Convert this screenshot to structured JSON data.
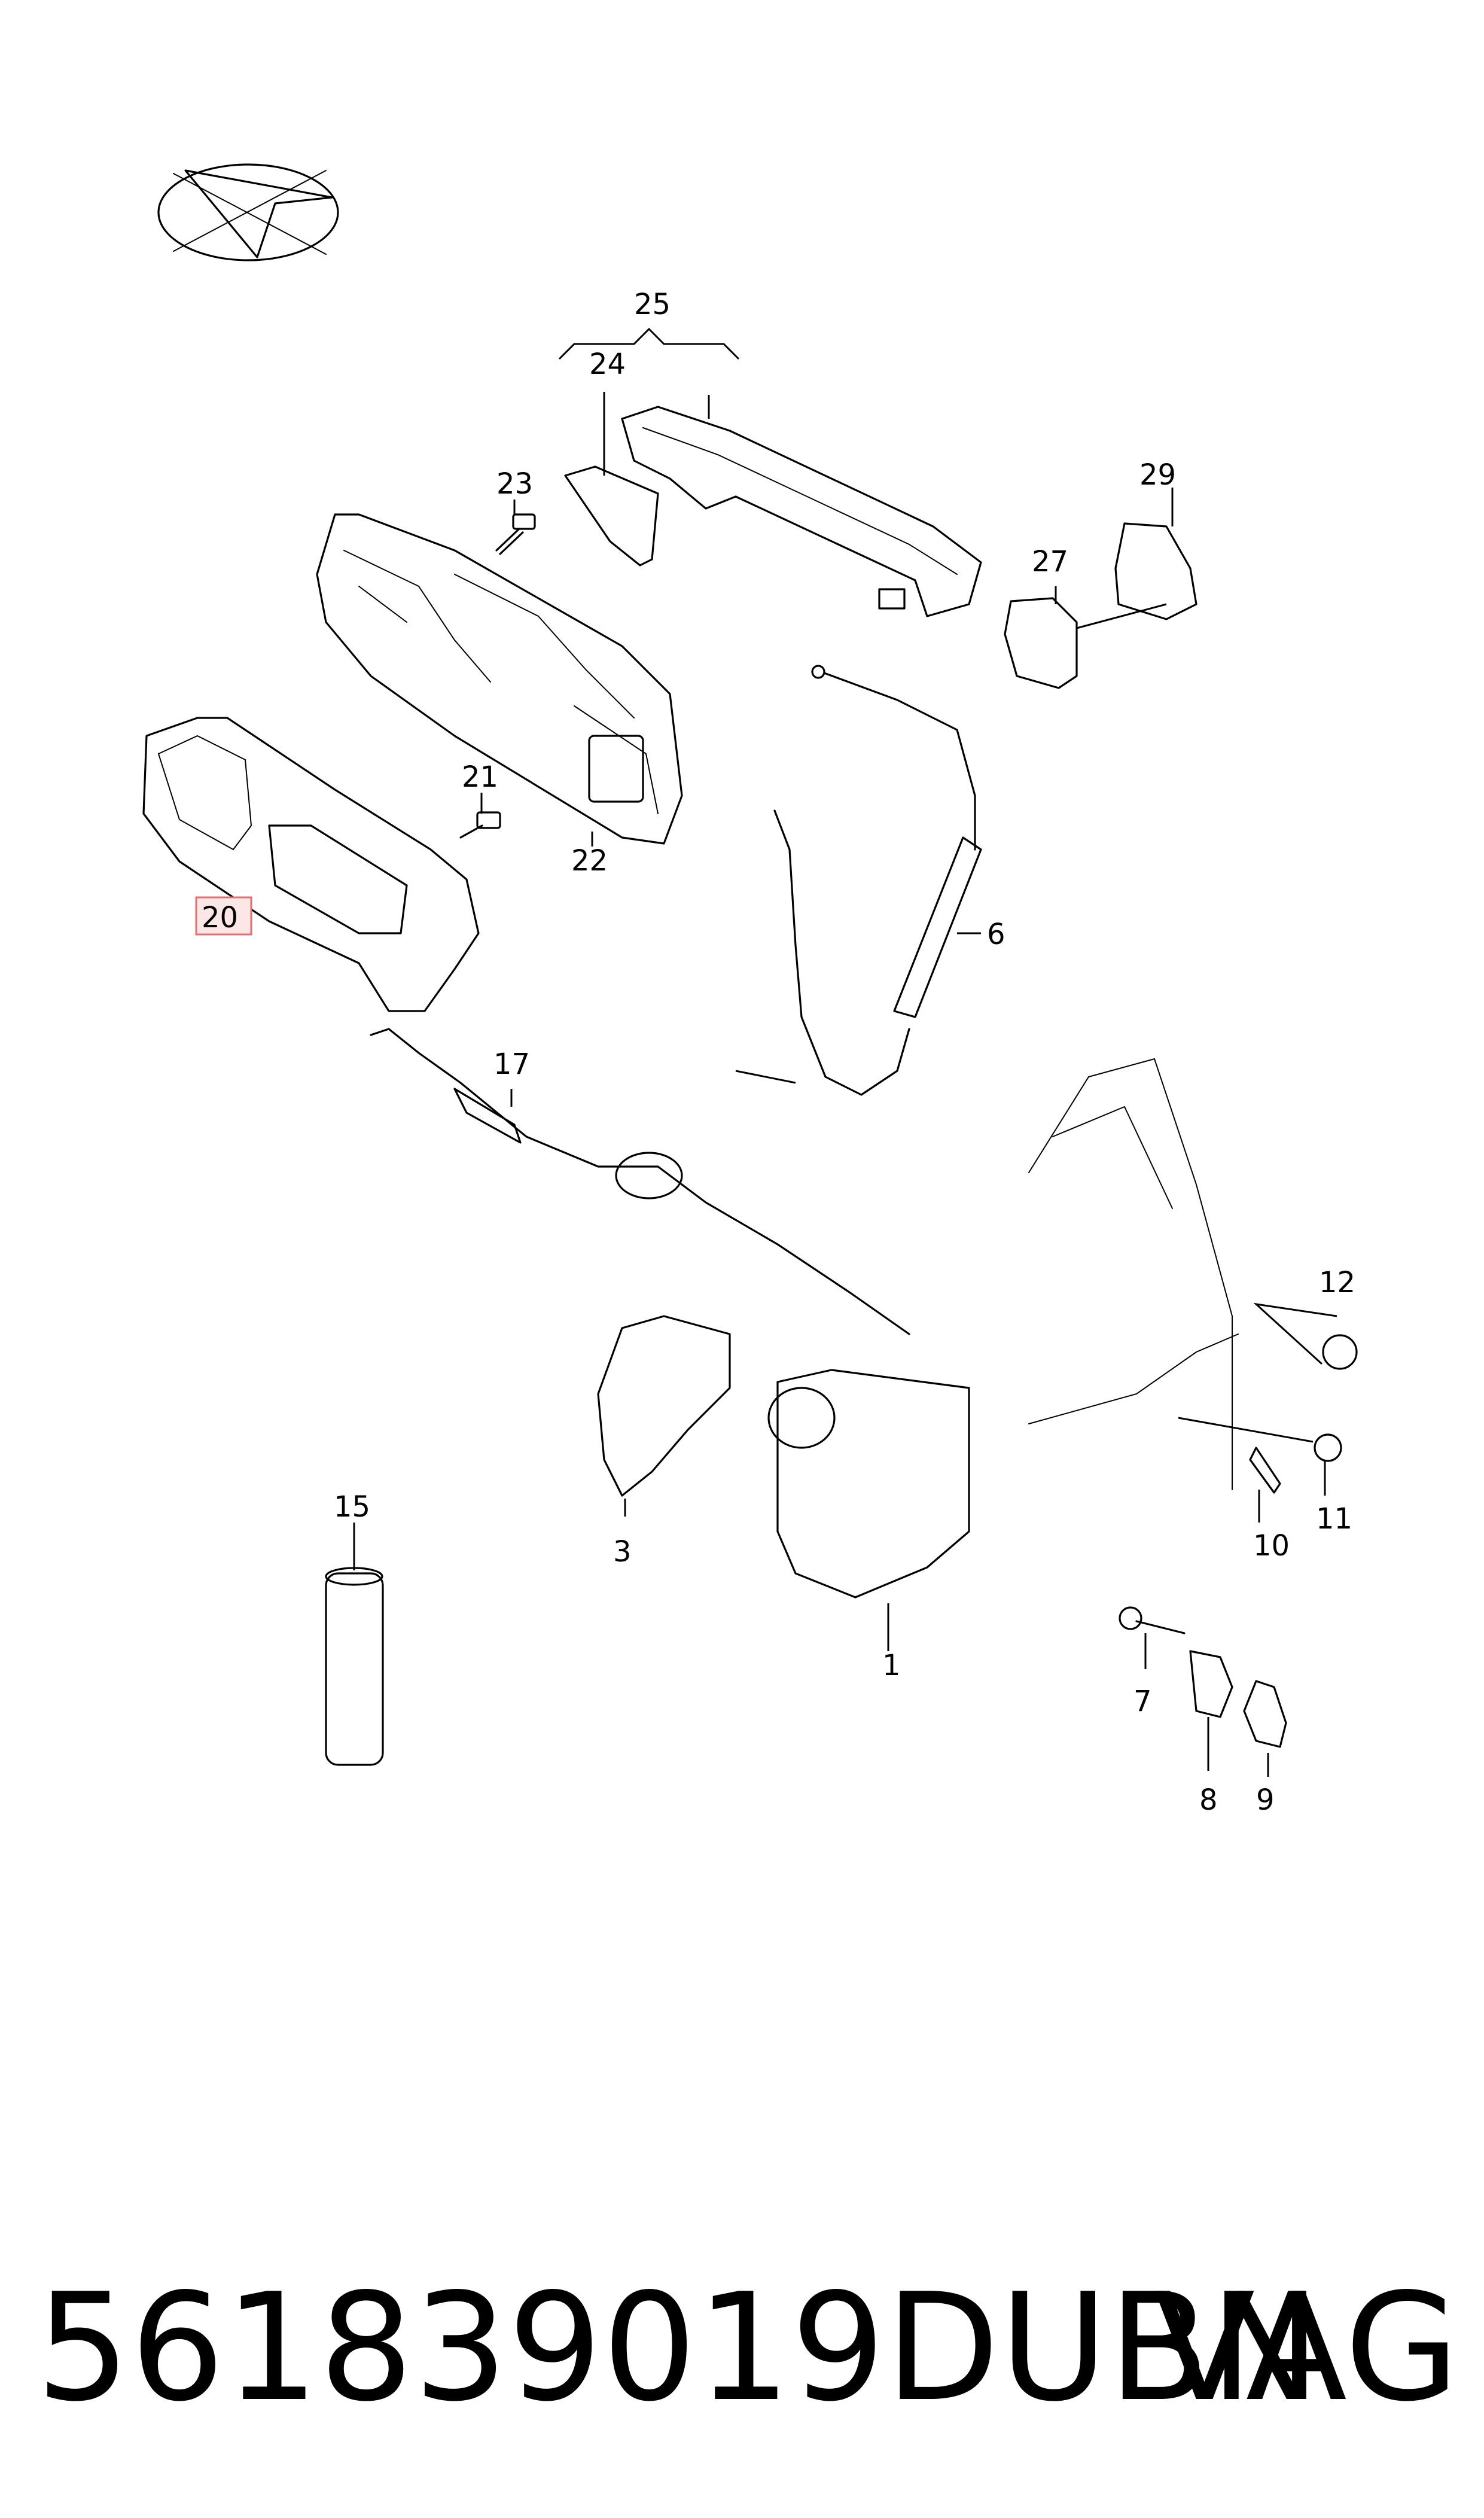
{
  "diagram": {
    "callouts": [
      {
        "id": "c1",
        "label": "1"
      },
      {
        "id": "c3",
        "label": "3"
      },
      {
        "id": "c6",
        "label": "6"
      },
      {
        "id": "c7",
        "label": "7"
      },
      {
        "id": "c8",
        "label": "8"
      },
      {
        "id": "c9",
        "label": "9"
      },
      {
        "id": "c10",
        "label": "10"
      },
      {
        "id": "c11",
        "label": "11"
      },
      {
        "id": "c12",
        "label": "12"
      },
      {
        "id": "c15",
        "label": "15"
      },
      {
        "id": "c17",
        "label": "17"
      },
      {
        "id": "c20",
        "label": "20",
        "highlighted": true
      },
      {
        "id": "c21",
        "label": "21"
      },
      {
        "id": "c22",
        "label": "22"
      },
      {
        "id": "c23",
        "label": "23"
      },
      {
        "id": "c24",
        "label": "24"
      },
      {
        "id": "c25",
        "label": "25"
      },
      {
        "id": "c27",
        "label": "27"
      },
      {
        "id": "c29",
        "label": "29"
      }
    ],
    "highlight_color": "#e07070"
  },
  "footer": {
    "part_number": "561839019DUBN",
    "brand": "VAG"
  }
}
